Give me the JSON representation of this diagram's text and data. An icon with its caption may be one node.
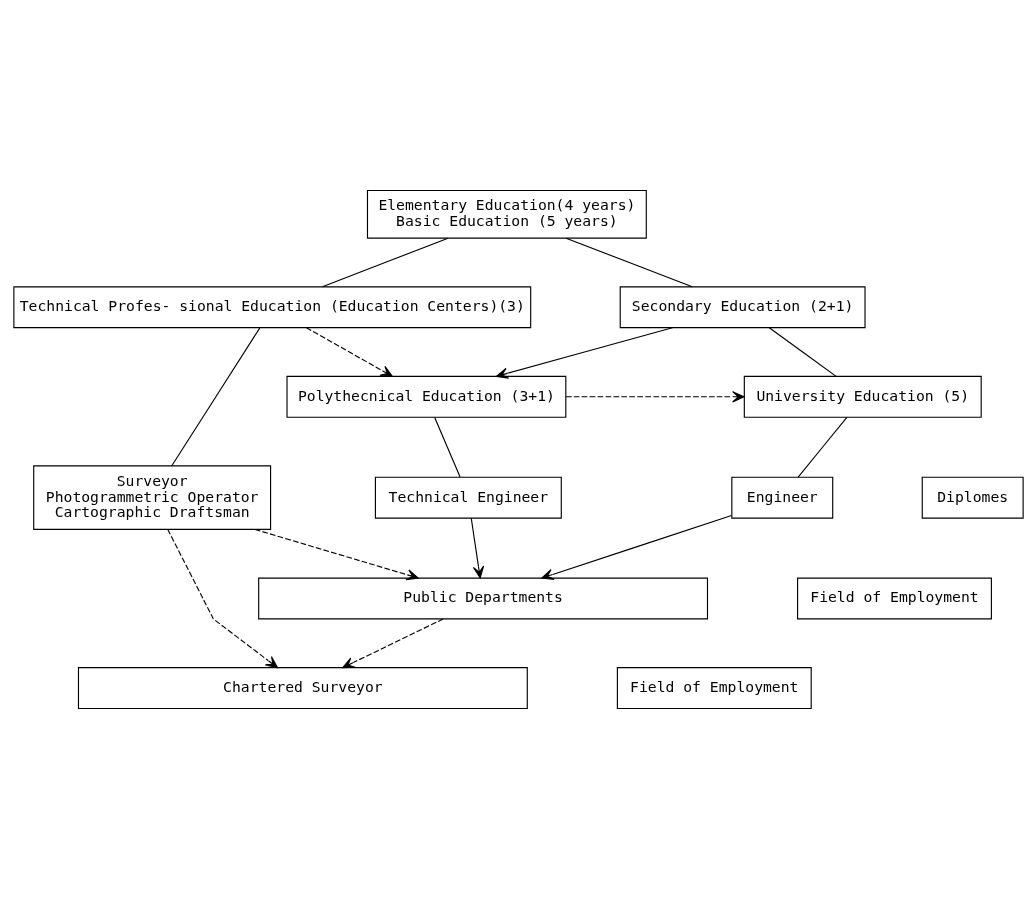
{
  "diagram": {
    "nodes": [
      {
        "text": [
          "Elementary Education(4 years)",
          "Basic Education (5 years)"
        ]
      },
      {
        "text": [
          "Technical Profes- sional Education (Education Centers)(3)"
        ]
      },
      {
        "text": [
          "Secondary Education (2+1)"
        ]
      },
      {
        "text": [
          "Polythecnical Education (3+1)"
        ]
      },
      {
        "text": [
          "University Education (5)"
        ]
      },
      {
        "text": [
          "Diplomes"
        ]
      },
      {
        "text": [
          "Surveyor",
          "Photogrammetric Operator",
          "Cartographic Draftsman"
        ]
      },
      {
        "text": [
          "Technical Engineer"
        ]
      },
      {
        "text": [
          "Engineer"
        ]
      },
      {
        "text": [
          "Field of Employment"
        ]
      },
      {
        "text": [
          "Public Departments"
        ]
      },
      {
        "text": [
          "Field of Employment"
        ]
      },
      {
        "text": [
          "Chartered Surveyor"
        ]
      }
    ],
    "edges": [
      {
        "from": 0,
        "to": 1,
        "arrow": "none"
      },
      {
        "from": 0,
        "to": 2,
        "arrow": "none"
      },
      {
        "from": 1,
        "to": 3,
        "arrow": "to",
        "style": "dashed"
      },
      {
        "from": 2,
        "to": 3,
        "arrow": "to"
      },
      {
        "from": 2,
        "to": 4,
        "arrow": "none"
      },
      {
        "from": 3,
        "to": 4,
        "arrow": "to",
        "style": "dashed"
      },
      {
        "from": 1,
        "to": 6,
        "arrow": "none"
      },
      {
        "from": 3,
        "to": 7,
        "arrow": "none"
      },
      {
        "from": 4,
        "to": 8,
        "arrow": "none"
      },
      {
        "from": 6,
        "to": 10,
        "arrow": "to",
        "style": "dashed"
      },
      {
        "from": 6,
        "to": 12,
        "arrow": "to",
        "style": "dashed"
      },
      {
        "from": 7,
        "to": 10,
        "arrow": "to"
      },
      {
        "from": 8,
        "to": 10,
        "arrow": "to"
      },
      {
        "from": 10,
        "to": 12,
        "arrow": "to",
        "style": "dashed"
      }
    ]
  }
}
